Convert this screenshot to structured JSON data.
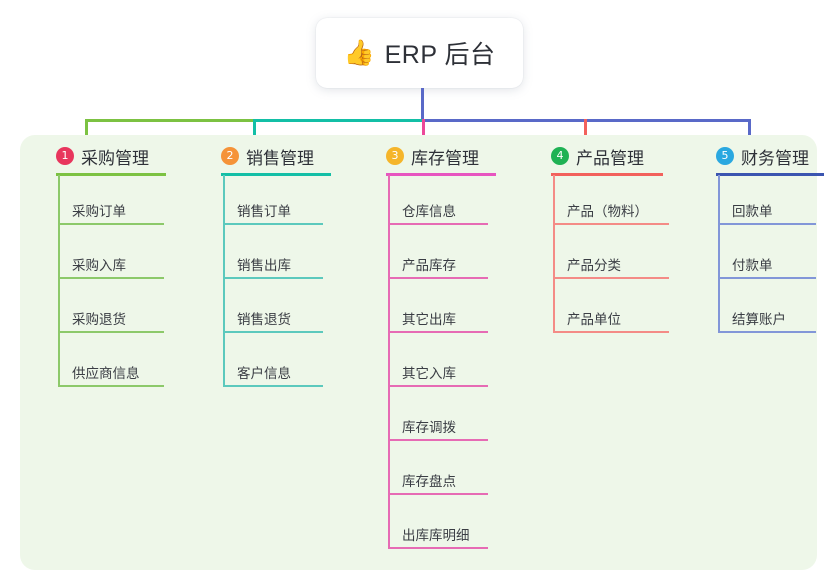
{
  "page": {
    "background_color": "#ffffff",
    "panel_color": "#eef7e9"
  },
  "root": {
    "icon": "thumbs-up-icon",
    "emoji": "👍",
    "title": "ERP 后台",
    "stem_color": "#5969c8"
  },
  "connector": {
    "segments": [
      {
        "name": "bar-green",
        "color": "#7cc242"
      },
      {
        "name": "bar-teal",
        "color": "#13bfa6"
      },
      {
        "name": "bar-blue",
        "color": "#5969c8"
      }
    ],
    "drops": [
      {
        "name": "drop-purchase",
        "color": "#7cc242"
      },
      {
        "name": "drop-sales",
        "color": "#13bfa6"
      },
      {
        "name": "drop-inventory",
        "color": "#ec4899"
      },
      {
        "name": "drop-product",
        "color": "#f2615c"
      },
      {
        "name": "drop-finance",
        "color": "#5969c8"
      }
    ]
  },
  "columns": [
    {
      "index": "1",
      "key": "purchase",
      "title": "采购管理",
      "badge_color": "#e8365d",
      "rule_color": "#7cc242",
      "line_color": "#8cc96a",
      "items": [
        "采购订单",
        "采购入库",
        "采购退货",
        "供应商信息"
      ]
    },
    {
      "index": "2",
      "key": "sales",
      "title": "销售管理",
      "badge_color": "#f59338",
      "rule_color": "#13bfa6",
      "line_color": "#5cc9bd",
      "items": [
        "销售订单",
        "销售出库",
        "销售退货",
        "客户信息"
      ]
    },
    {
      "index": "3",
      "key": "inventory",
      "title": "库存管理",
      "badge_color": "#f5b52a",
      "rule_color": "#e755c0",
      "line_color": "#e66bb4",
      "items": [
        "仓库信息",
        "产品库存",
        "其它出库",
        "其它入库",
        "库存调拨",
        "库存盘点",
        "出库库明细"
      ]
    },
    {
      "index": "4",
      "key": "product",
      "title": "产品管理",
      "badge_color": "#1fb254",
      "rule_color": "#f2615c",
      "line_color": "#f48b86",
      "items": [
        "产品（物料）",
        "产品分类",
        "产品单位"
      ]
    },
    {
      "index": "5",
      "key": "finance",
      "title": "财务管理",
      "badge_color": "#2aa8e0",
      "rule_color": "#3b55b0",
      "line_color": "#8296d8",
      "items": [
        "回款单",
        "付款单",
        "结算账户"
      ]
    }
  ]
}
